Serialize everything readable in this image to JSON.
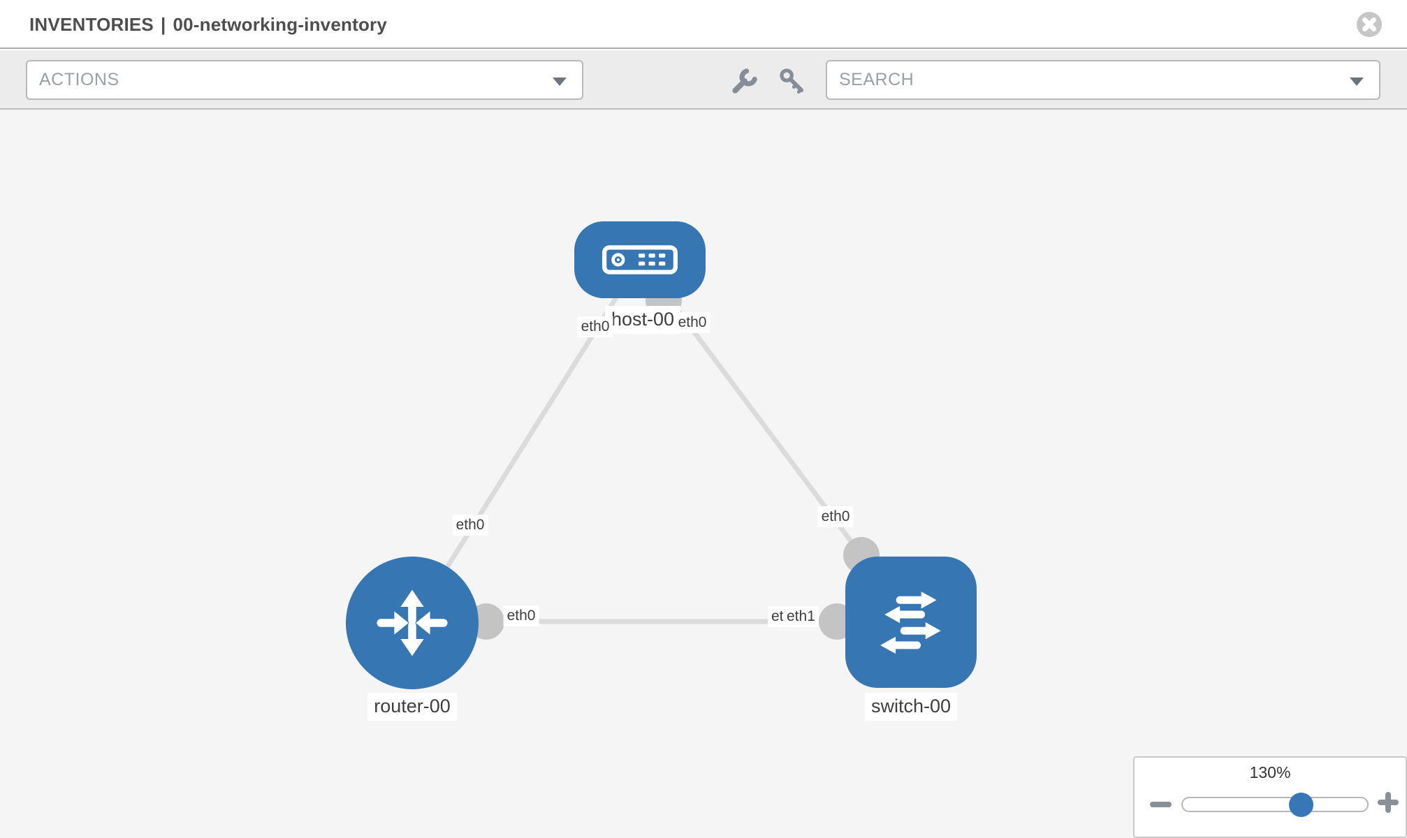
{
  "header": {
    "title_prefix": "INVENTORIES",
    "title_separator": "|",
    "title_name": "00-networking-inventory",
    "close_icon": "x-circle"
  },
  "toolbar": {
    "actions_dropdown": {
      "placeholder": "ACTIONS"
    },
    "search_dropdown": {
      "placeholder": "SEARCH"
    },
    "icons": [
      "wrench",
      "key"
    ]
  },
  "topology": {
    "nodes": [
      {
        "id": "host-00",
        "type": "host",
        "label": "host-00"
      },
      {
        "id": "router-00",
        "type": "router",
        "label": "router-00"
      },
      {
        "id": "switch-00",
        "type": "switch",
        "label": "switch-00"
      }
    ],
    "links": [
      {
        "from": "host-00",
        "to": "router-00",
        "from_iface": "eth0",
        "to_iface": "eth0"
      },
      {
        "from": "host-00",
        "to": "switch-00",
        "from_iface": "eth0",
        "to_iface": "eth0"
      },
      {
        "from": "router-00",
        "to": "switch-00",
        "from_iface": "eth0",
        "to_iface": "eth1"
      }
    ],
    "iface_labels": [
      {
        "text": "eth0",
        "pos": "host-left"
      },
      {
        "text": "eth0",
        "pos": "host-right"
      },
      {
        "text": "eth0",
        "pos": "router-top"
      },
      {
        "text": "eth0",
        "pos": "router-right"
      },
      {
        "text": "eth0",
        "pos": "switch-top"
      },
      {
        "text": "eth0",
        "pos": "switch-left-behind"
      },
      {
        "text": "eth1",
        "pos": "switch-left-front"
      }
    ]
  },
  "zoom_control": {
    "level_label": "130%",
    "minus_icon": "zoom-out",
    "plus_icon": "zoom-in"
  },
  "colors": {
    "node_blue": "#3676b2",
    "slider_handle_blue": "#3777b8",
    "link_gray": "#dbdbdb",
    "interface_dot_gray": "#c4c4c4",
    "canvas_bg": "#f5f5f5",
    "toolbar_bg": "#ececec",
    "placeholder_text": "#9aa0a7",
    "title_text": "#4e4e4e"
  }
}
